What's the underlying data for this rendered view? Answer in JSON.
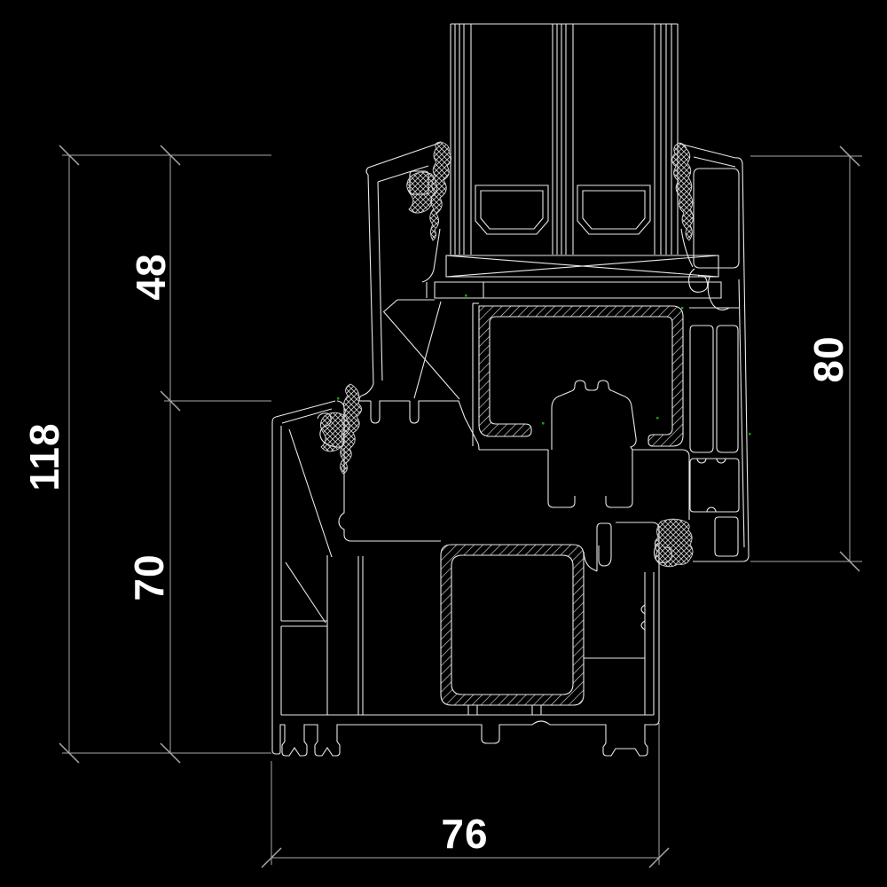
{
  "drawing": {
    "type": "technical-cross-section",
    "subject": "window profile section with frame, sash and triple glazing",
    "background_color": "#000000",
    "profile_line_color": "#e9e9e9",
    "dimension_line_color": "#a8a8a8",
    "dimension_text_color": "#ffffff",
    "snap_marker_color": "#15a015",
    "dimensions": {
      "left_outer": {
        "label": "118"
      },
      "left_upper": {
        "label": "48"
      },
      "left_lower": {
        "label": "70"
      },
      "right": {
        "label": "80"
      },
      "bottom": {
        "label": "76"
      }
    }
  }
}
